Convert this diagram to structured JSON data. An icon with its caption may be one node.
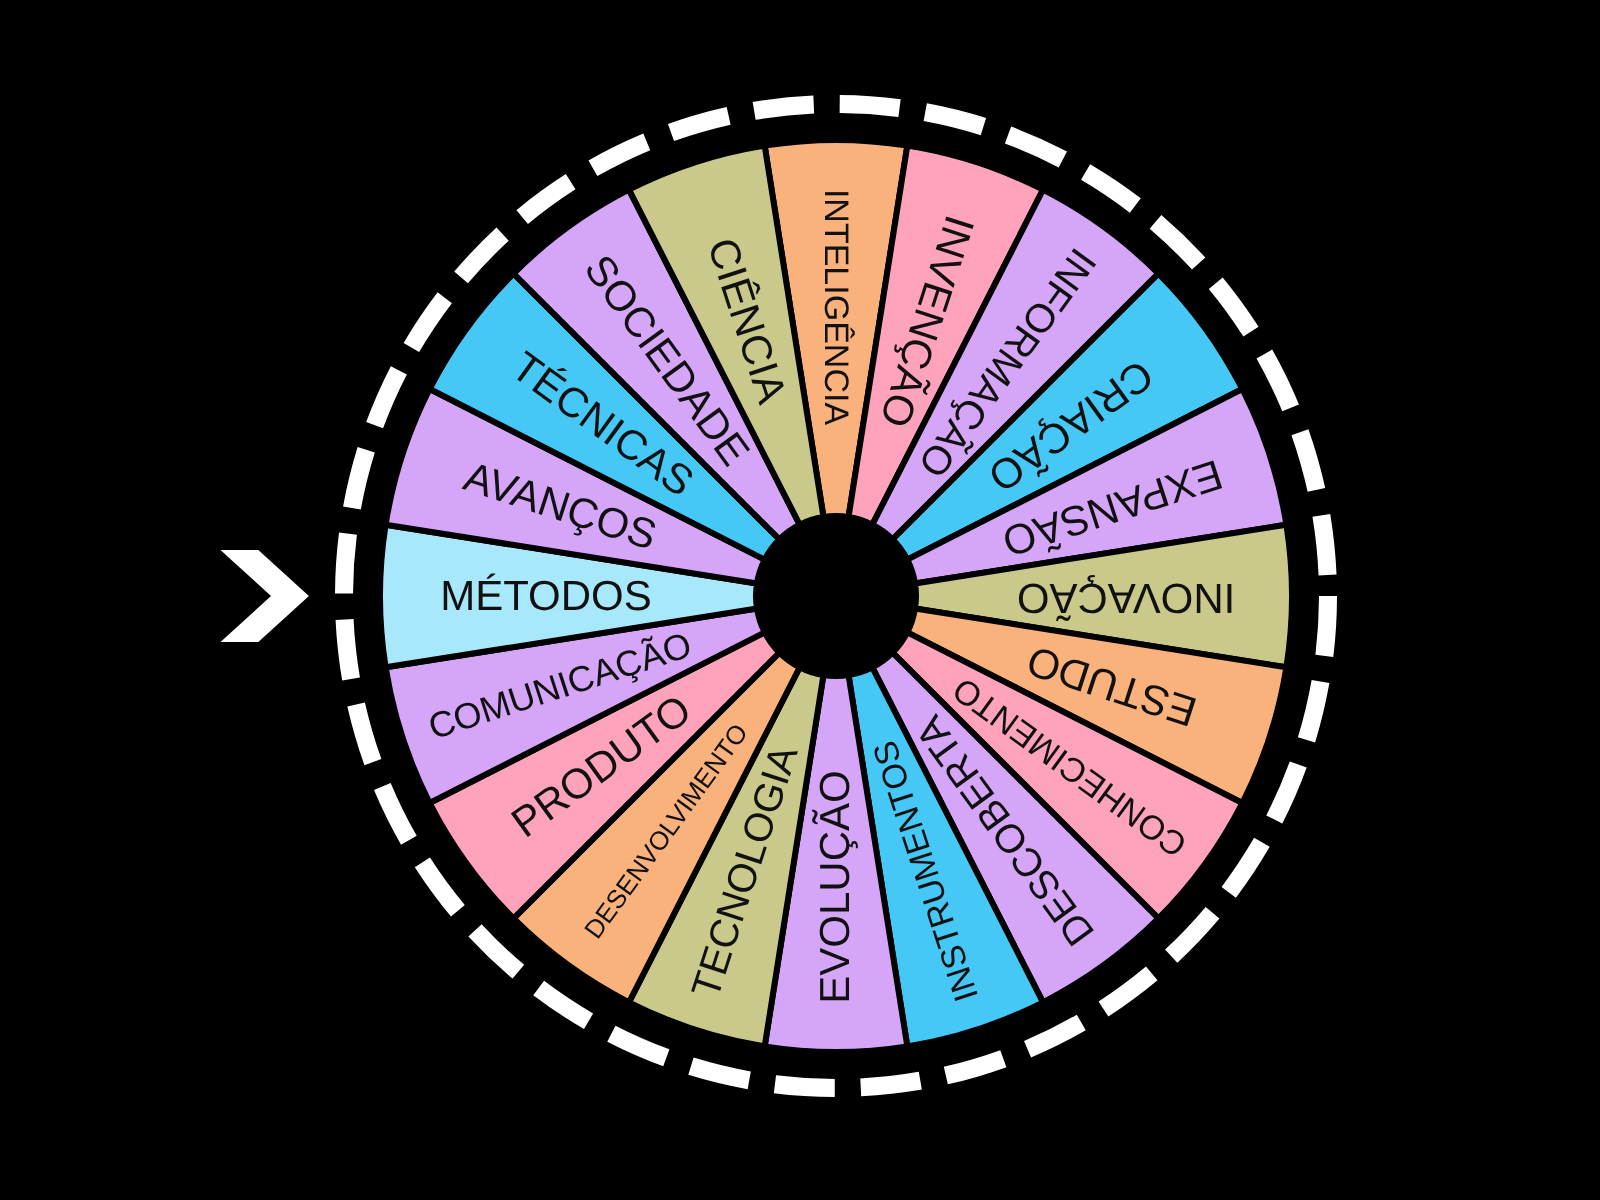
{
  "diagram": {
    "nodes": [
      {
        "text": [
          "INTELIGÊNCIA"
        ]
      },
      {
        "text": [
          "INVENÇÃO"
        ]
      },
      {
        "text": [
          "INFORMAÇÃO"
        ]
      },
      {
        "text": [
          "CRIAÇÃO"
        ]
      },
      {
        "text": [
          "EXPANSÃO"
        ]
      },
      {
        "text": [
          "INOVAÇÃO"
        ]
      },
      {
        "text": [
          "ESTUDO"
        ]
      },
      {
        "text": [
          "CONHECIMENTO"
        ]
      },
      {
        "text": [
          "DESCOBERTA"
        ]
      },
      {
        "text": [
          "INSTRUMENTOS"
        ]
      },
      {
        "text": [
          "EVOLUÇÃO"
        ]
      },
      {
        "text": [
          "TECNOLOGIA"
        ]
      },
      {
        "text": [
          "DESENVOLVIMENTO"
        ]
      },
      {
        "text": [
          "PRODUTO"
        ]
      },
      {
        "text": [
          "COMUNICAÇÃO"
        ]
      },
      {
        "text": [
          "MÉTODOS"
        ]
      },
      {
        "text": [
          "AVANÇOS"
        ]
      },
      {
        "text": [
          "TÉCNICAS"
        ]
      },
      {
        "text": [
          "SOCIEDADE"
        ]
      },
      {
        "text": [
          "CIÊNCIA"
        ]
      }
    ]
  }
}
